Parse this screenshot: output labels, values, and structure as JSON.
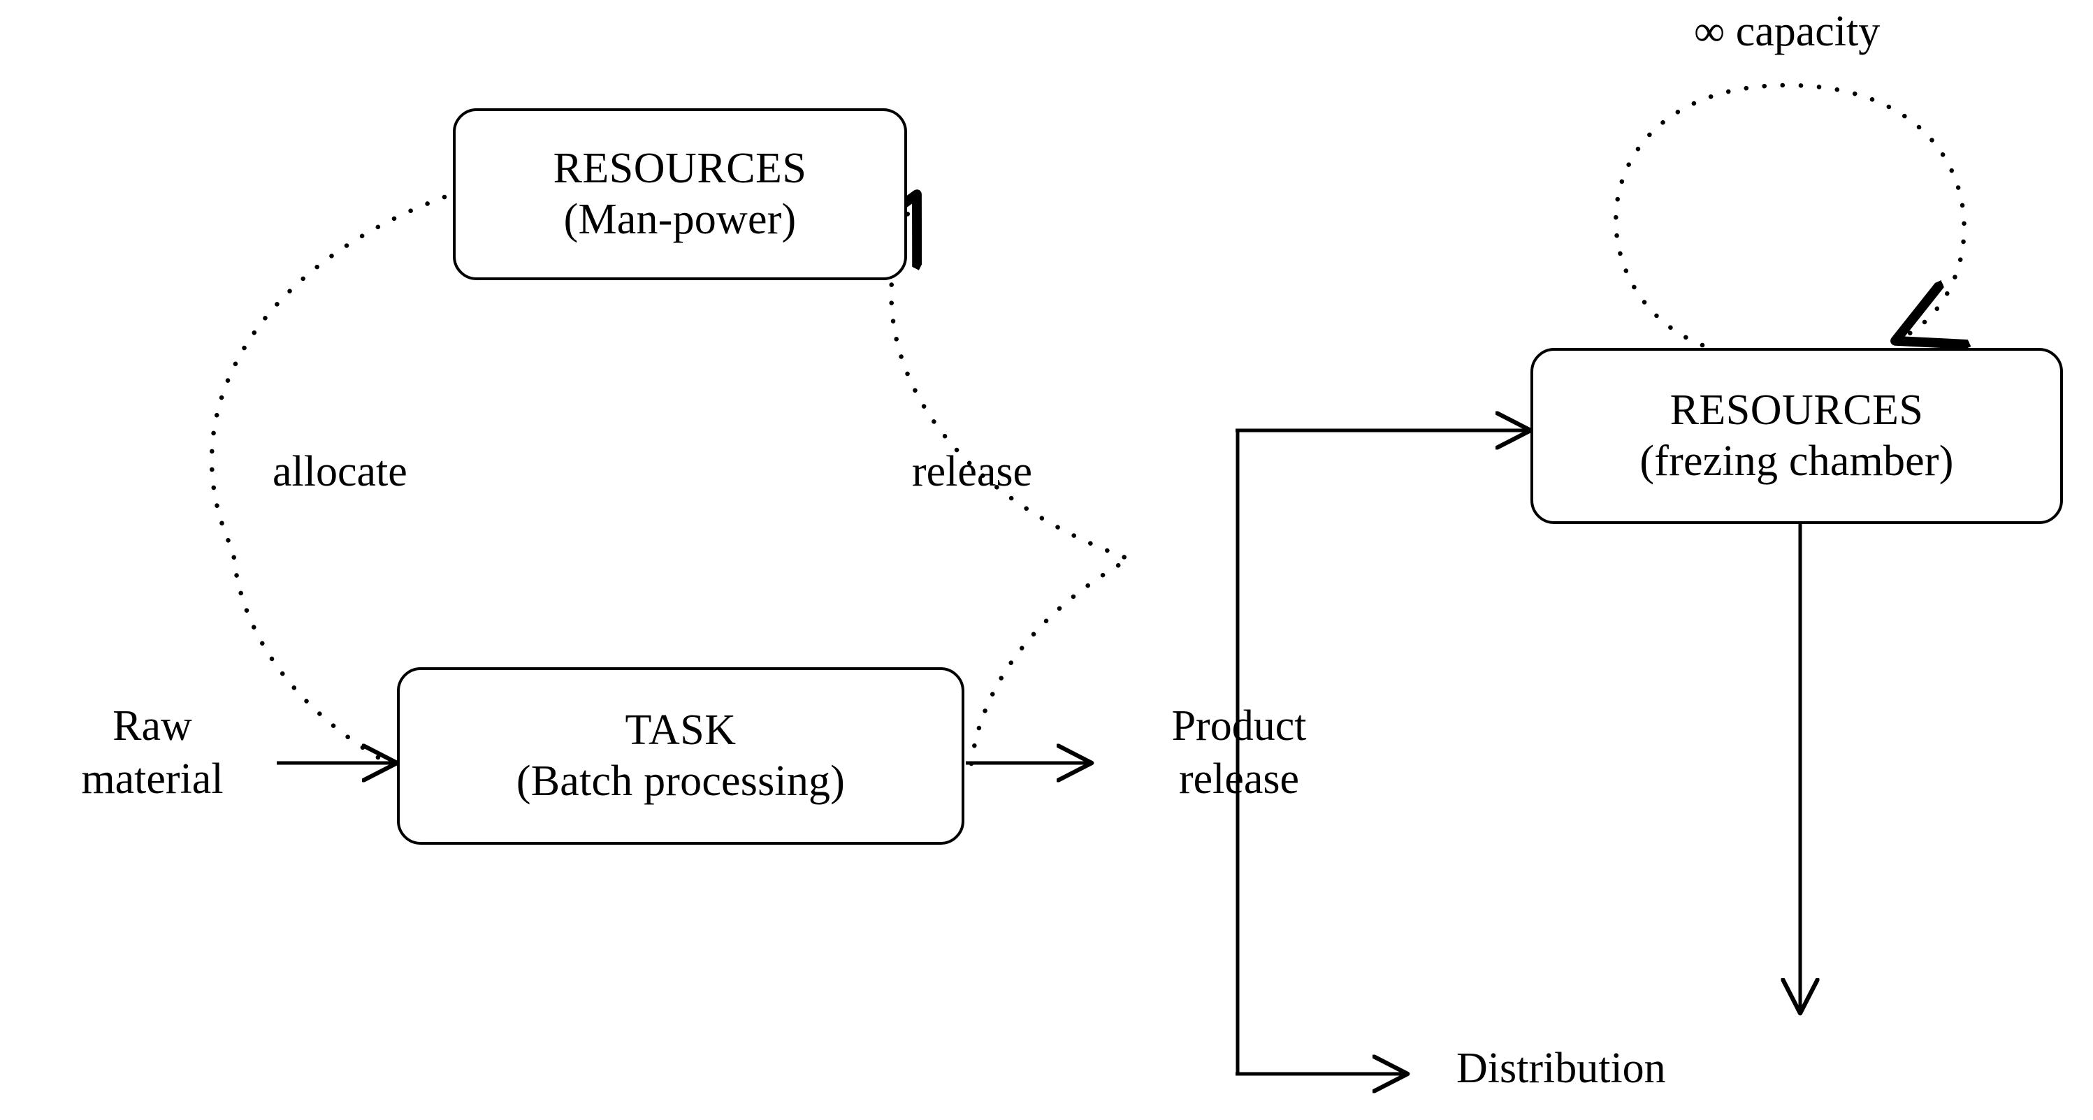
{
  "diagram": {
    "title": "Batch processing resource flow",
    "background_color": "#ffffff",
    "stroke_color": "#000000"
  },
  "nodes": [
    {
      "id": "resources-manpower",
      "title": "RESOURCES",
      "subtitle": "(Man-power)",
      "shape": "rounded-rectangle"
    },
    {
      "id": "task",
      "title": "TASK",
      "subtitle": "(Batch processing)",
      "shape": "rounded-rectangle"
    },
    {
      "id": "resources-chamber",
      "title": "RESOURCES",
      "subtitle": "(frezing chamber)",
      "shape": "rounded-rectangle"
    }
  ],
  "labels": {
    "capacity": "∞ capacity",
    "allocate": "allocate",
    "release": "release",
    "raw_material_line1": "Raw",
    "raw_material_line2": "material",
    "product_release_line1": "Product",
    "product_release_line2": "release",
    "distribution": "Distribution"
  },
  "edges": [
    {
      "id": "raw-material-to-task",
      "from": "Raw material",
      "to": "TASK (Batch processing)",
      "style": "solid",
      "arrow": "end"
    },
    {
      "id": "task-to-product-release",
      "from": "TASK (Batch processing)",
      "to": "Product release",
      "style": "solid",
      "arrow": "end"
    },
    {
      "id": "allocate-arc",
      "from": "RESOURCES (Man-power)",
      "to": "TASK (Batch processing)",
      "style": "dotted",
      "arrow": "end",
      "label": "allocate"
    },
    {
      "id": "release-arc",
      "from": "TASK (Batch processing)",
      "to": "RESOURCES (Man-power)",
      "style": "dotted",
      "arrow": "end",
      "label": "release"
    },
    {
      "id": "product-release-to-chamber",
      "from": "Product release",
      "to": "RESOURCES (frezing chamber)",
      "style": "solid",
      "arrow": "end"
    },
    {
      "id": "product-release-to-distribution",
      "from": "Product release",
      "to": "Distribution",
      "style": "solid",
      "arrow": "end"
    },
    {
      "id": "chamber-to-distribution",
      "from": "RESOURCES (frezing chamber)",
      "to": "Distribution",
      "style": "solid",
      "arrow": "end"
    },
    {
      "id": "chamber-self-loop",
      "from": "RESOURCES (frezing chamber)",
      "to": "RESOURCES (frezing chamber)",
      "style": "dotted",
      "arrow": "end",
      "label": "∞ capacity"
    }
  ]
}
